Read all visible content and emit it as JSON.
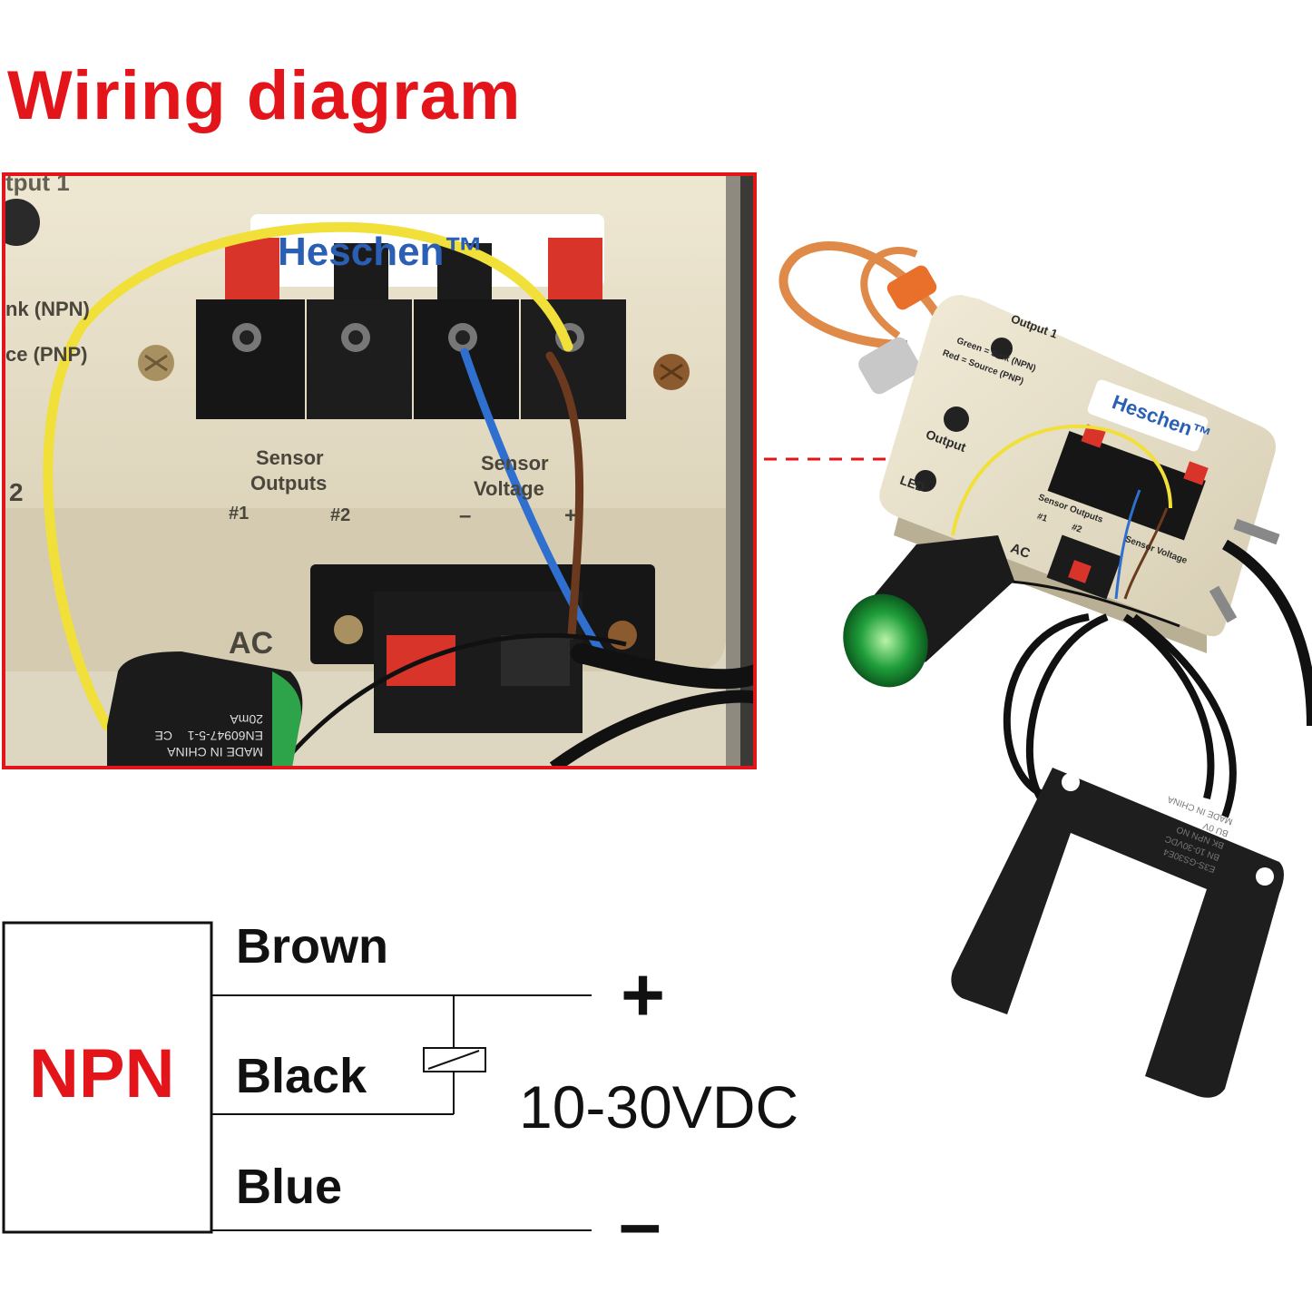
{
  "title": "Wiring diagram",
  "colors": {
    "title_red": "#e3151b",
    "callout_red": "#e3151b",
    "wire_brown": "#6b3a1e",
    "wire_blue": "#2f6fd0",
    "wire_yellow": "#f1df3a",
    "wire_black": "#111111"
  },
  "photo_zoom": {
    "box_labels": {
      "output": "tput 1",
      "sink": "nk (NPN)",
      "source": "ce (PNP)",
      "brand": "Heschen™",
      "sensor_outputs_line1": "Sensor",
      "sensor_outputs_line2": "Outputs",
      "out1": "#1",
      "out2": "#2",
      "sensor_voltage_line1": "Sensor",
      "sensor_voltage_line2": "Voltage",
      "minus": "–",
      "plus": "+",
      "ac": "AC",
      "edge_number": "2"
    },
    "light_labels": {
      "made": "MADE IN CHINA",
      "standard": "EN60947-5-1",
      "current": "20mA",
      "ce": "CE"
    }
  },
  "photo_product": {
    "box_labels": {
      "output1": "Output 1",
      "green_sink": "Green = Sink (NPN)",
      "red_source": "Red = Source (PNP)",
      "brand": "Heschen™",
      "output2": "Output",
      "led": "LED",
      "sensor_outputs": "Sensor Outputs",
      "out1": "#1",
      "out2": "#2",
      "ac": "AC",
      "sensor_voltage": "Sensor Voltage"
    },
    "sensor_labels": {
      "model": "E3S-GS30E4",
      "spec1": "BN 10-30VDC",
      "spec2": "BK NPN NO",
      "spec3": "BU 0V",
      "made": "MADE IN CHINA"
    }
  },
  "wiring": {
    "sensor_type": "NPN",
    "wires": [
      {
        "label": "Brown",
        "terminal": "+"
      },
      {
        "label": "Black",
        "terminal": ""
      },
      {
        "label": "Blue",
        "terminal": "–"
      }
    ],
    "voltage": "10-30VDC"
  }
}
